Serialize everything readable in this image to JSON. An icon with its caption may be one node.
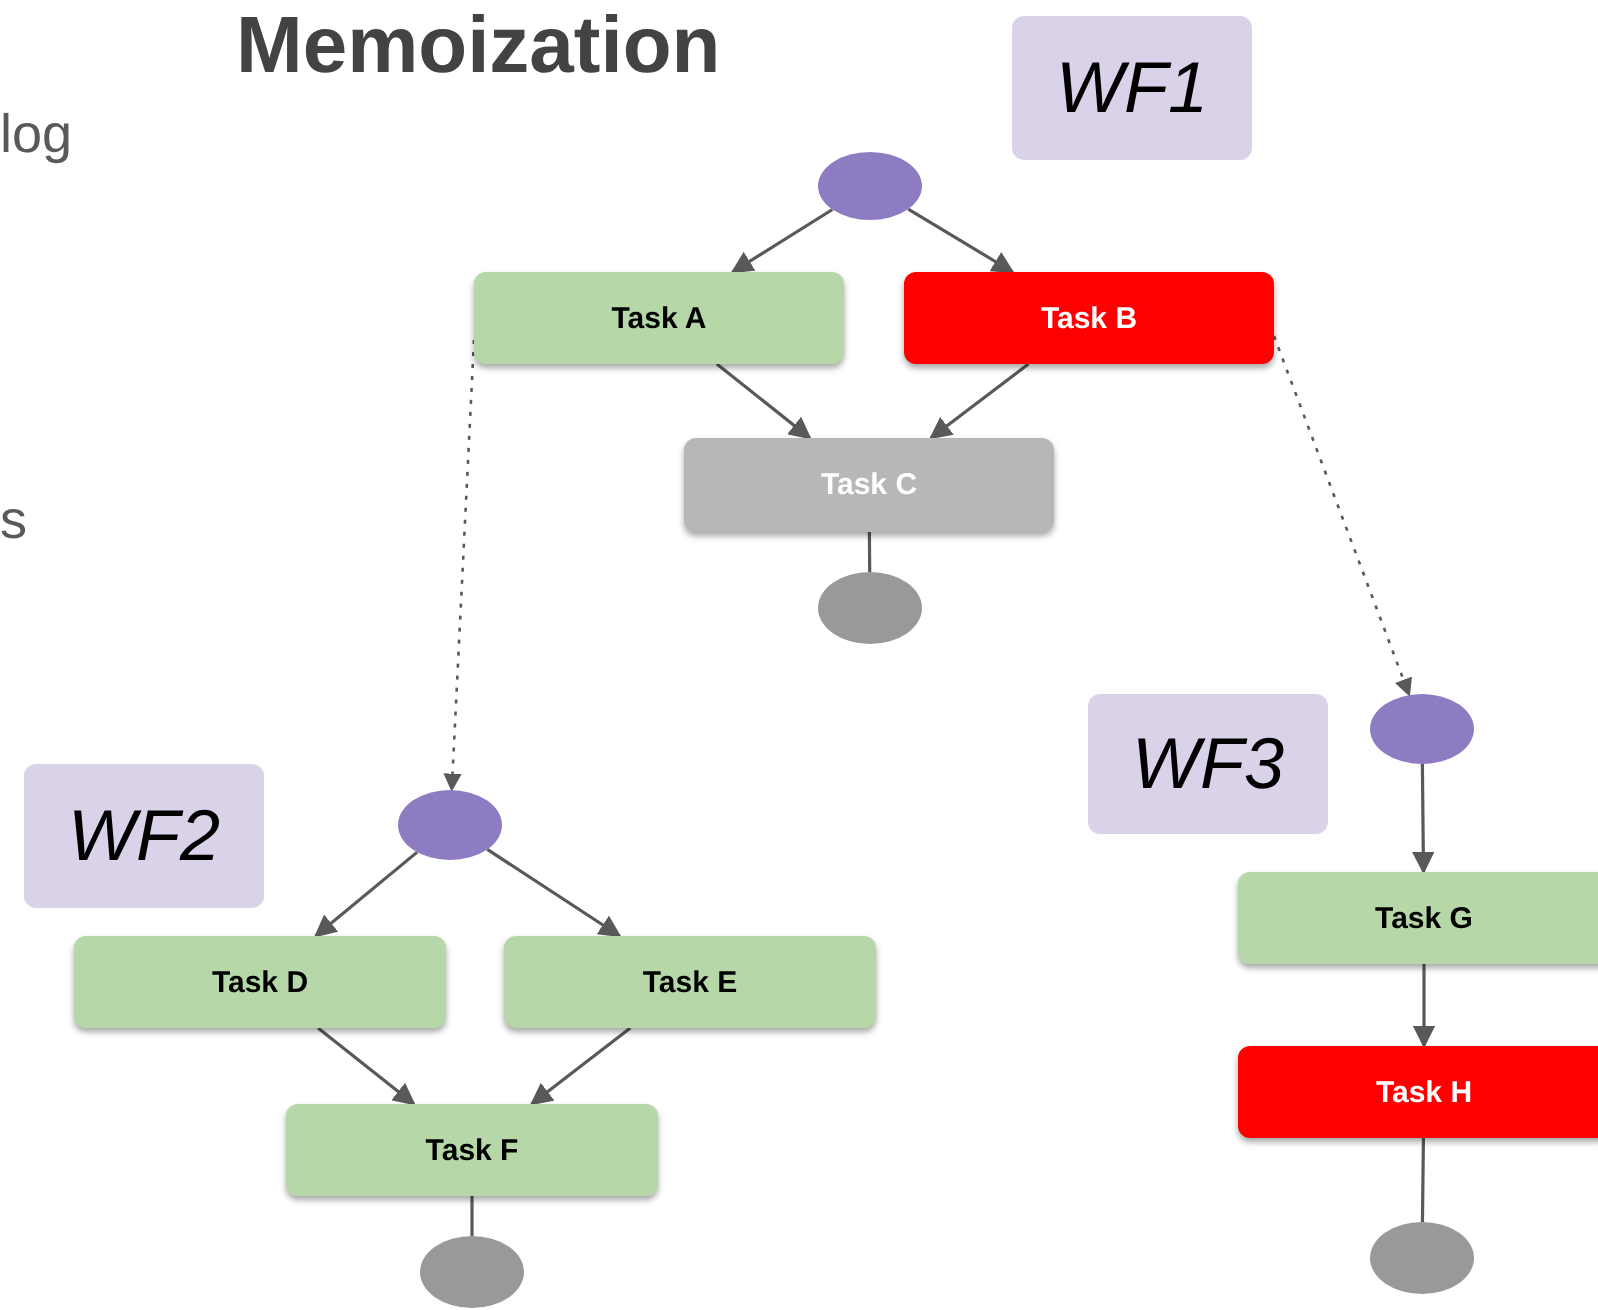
{
  "diagram": {
    "title": "Memoization",
    "nodes": [
      {
        "text": [
          "WF1"
        ]
      },
      {
        "text": [],
        "shape": "ellipse"
      },
      {
        "text": [
          "Task A"
        ]
      },
      {
        "text": [
          "Task B"
        ]
      },
      {
        "text": [
          "Task C"
        ]
      },
      {
        "text": [],
        "shape": "ellipse"
      },
      {
        "text": [
          "WF2"
        ]
      },
      {
        "text": [],
        "shape": "ellipse"
      },
      {
        "text": [
          "Task D"
        ]
      },
      {
        "text": [
          "Task E"
        ]
      },
      {
        "text": [
          "Task F"
        ]
      },
      {
        "text": [],
        "shape": "ellipse"
      },
      {
        "text": [
          "WF3"
        ]
      },
      {
        "text": [],
        "shape": "ellipse"
      },
      {
        "text": [
          "Task G"
        ]
      },
      {
        "text": [
          "Task H"
        ]
      },
      {
        "text": [],
        "shape": "ellipse"
      }
    ],
    "edges": [
      {
        "from": 1,
        "to": 2,
        "arrow": "to"
      },
      {
        "from": 1,
        "to": 3,
        "arrow": "to"
      },
      {
        "from": 2,
        "to": 4,
        "arrow": "to"
      },
      {
        "from": 3,
        "to": 4,
        "arrow": "to"
      },
      {
        "from": 4,
        "to": 5,
        "arrow": "none"
      },
      {
        "from": 2,
        "to": 7,
        "arrow": "to",
        "style": "dashed"
      },
      {
        "from": 3,
        "to": 13,
        "arrow": "to",
        "style": "dashed"
      },
      {
        "from": 7,
        "to": 8,
        "arrow": "to"
      },
      {
        "from": 7,
        "to": 9,
        "arrow": "to"
      },
      {
        "from": 8,
        "to": 10,
        "arrow": "to"
      },
      {
        "from": 9,
        "to": 10,
        "arrow": "to"
      },
      {
        "from": 10,
        "to": 11,
        "arrow": "none"
      },
      {
        "from": 13,
        "to": 14,
        "arrow": "to"
      },
      {
        "from": 14,
        "to": 15,
        "arrow": "to"
      },
      {
        "from": 15,
        "to": 16,
        "arrow": "none"
      }
    ],
    "labels": [
      "log",
      "s"
    ]
  }
}
